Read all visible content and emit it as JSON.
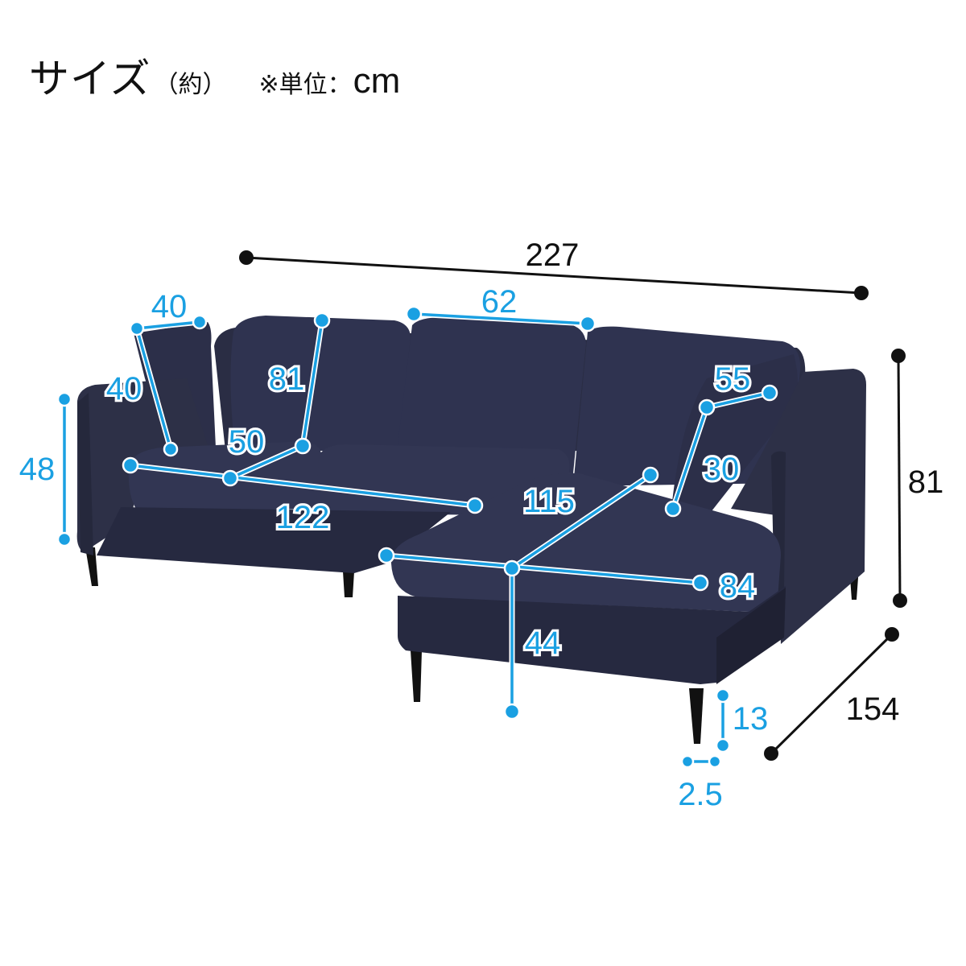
{
  "title": {
    "main": "サイズ",
    "note": "（約）",
    "unit_prefix": "※単位：",
    "unit": "cm"
  },
  "colors": {
    "dimension_overall": "#111111",
    "dimension_detail": "#1aa0e2",
    "sofa_fabric": "#2d3047",
    "sofa_shadow": "#1f2133",
    "sofa_highlight": "#3a3e59",
    "legs": "#111111"
  },
  "dimensions": {
    "overall_width": "227",
    "overall_height": "81",
    "overall_depth": "154",
    "cushion_width": "40",
    "cushion_height": "40",
    "arm_height": "48",
    "back_height": "81",
    "seat_depth": "50",
    "seat_width": "122",
    "back_cushion_width": "62",
    "right_cushion_width": "55",
    "right_cushion_height": "30",
    "chaise_depth": "115",
    "chaise_width": "84",
    "seat_height": "44",
    "leg_height": "13",
    "leg_width": "2.5"
  }
}
